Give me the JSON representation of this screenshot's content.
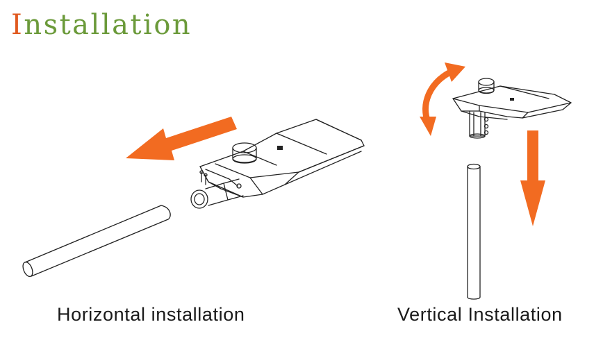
{
  "heading": {
    "first_letter": "I",
    "rest": "nstallation"
  },
  "captions": {
    "horizontal": "Horizontal installation",
    "vertical": "Vertical Installation"
  },
  "colors": {
    "title_first_letter": "#e0591f",
    "title_rest": "#6b9a3a",
    "arrow": "#f26b21",
    "line_art": "#222222"
  }
}
